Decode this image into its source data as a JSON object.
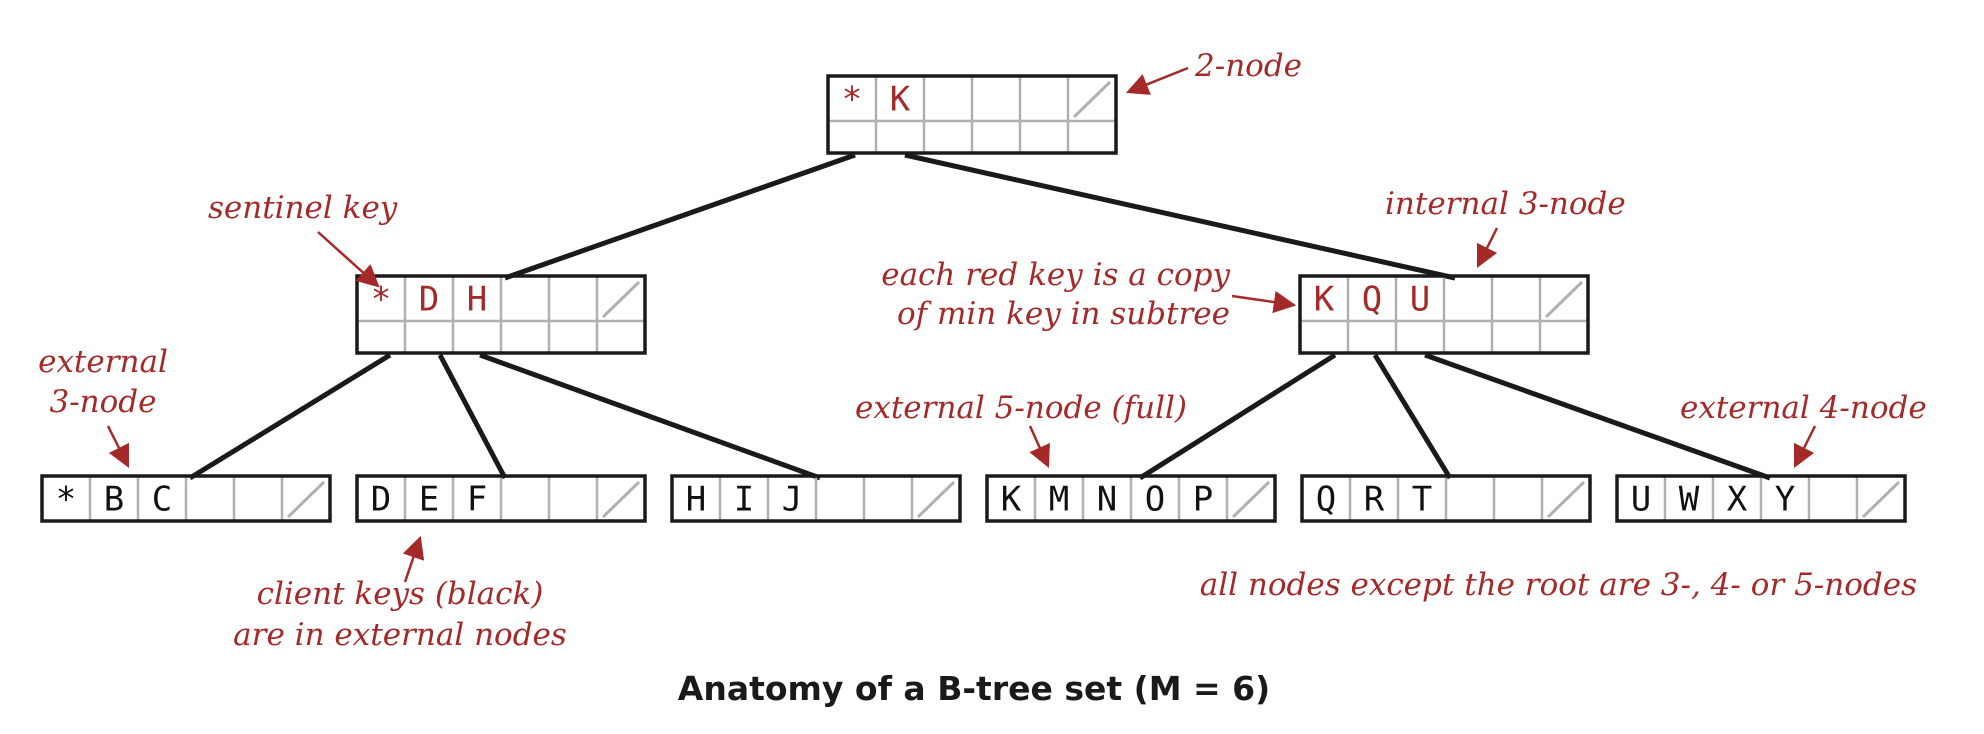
{
  "caption": "Anatomy of a B-tree set (M = 6)",
  "colors": {
    "annotation": "#a42a2a",
    "client_key": "#111111",
    "node_border": "#1a1a1a",
    "grid_line": "#b0b0b0",
    "edge": "#1a1a1a"
  },
  "nodes": [
    {
      "id": "root",
      "keys": [
        {
          "k": "*",
          "color": "red"
        },
        {
          "k": "K",
          "color": "red"
        }
      ]
    },
    {
      "id": "left-internal",
      "keys": [
        {
          "k": "*",
          "color": "red"
        },
        {
          "k": "D",
          "color": "red"
        },
        {
          "k": "H",
          "color": "red"
        }
      ]
    },
    {
      "id": "right-internal",
      "keys": [
        {
          "k": "K",
          "color": "red"
        },
        {
          "k": "Q",
          "color": "red"
        },
        {
          "k": "U",
          "color": "red"
        }
      ]
    },
    {
      "id": "leaf-1",
      "keys": [
        {
          "k": "*",
          "color": "black"
        },
        {
          "k": "B",
          "color": "black"
        },
        {
          "k": "C",
          "color": "black"
        }
      ]
    },
    {
      "id": "leaf-2",
      "keys": [
        {
          "k": "D",
          "color": "black"
        },
        {
          "k": "E",
          "color": "black"
        },
        {
          "k": "F",
          "color": "black"
        }
      ]
    },
    {
      "id": "leaf-3",
      "keys": [
        {
          "k": "H",
          "color": "black"
        },
        {
          "k": "I",
          "color": "black"
        },
        {
          "k": "J",
          "color": "black"
        }
      ]
    },
    {
      "id": "leaf-4",
      "keys": [
        {
          "k": "K",
          "color": "black"
        },
        {
          "k": "M",
          "color": "black"
        },
        {
          "k": "N",
          "color": "black"
        },
        {
          "k": "O",
          "color": "black"
        },
        {
          "k": "P",
          "color": "black"
        }
      ]
    },
    {
      "id": "leaf-5",
      "keys": [
        {
          "k": "Q",
          "color": "black"
        },
        {
          "k": "R",
          "color": "black"
        },
        {
          "k": "T",
          "color": "black"
        }
      ]
    },
    {
      "id": "leaf-6",
      "keys": [
        {
          "k": "U",
          "color": "black"
        },
        {
          "k": "W",
          "color": "black"
        },
        {
          "k": "X",
          "color": "black"
        },
        {
          "k": "Y",
          "color": "black"
        }
      ]
    }
  ],
  "annotations": {
    "two_node": "2-node",
    "sentinel_key": "sentinel key",
    "internal_3_node": "internal 3-node",
    "red_key_copy_line1": "each red key is a copy",
    "red_key_copy_line2": "of min key in subtree",
    "external_3_node_line1": "external",
    "external_3_node_line2": "3-node",
    "external_5_node": "external 5-node (full)",
    "external_4_node": "external 4-node",
    "client_keys_line1": "client keys (black)",
    "client_keys_line2": "are in external nodes",
    "all_nodes": "all nodes except the root are 3-, 4- or 5-nodes"
  }
}
